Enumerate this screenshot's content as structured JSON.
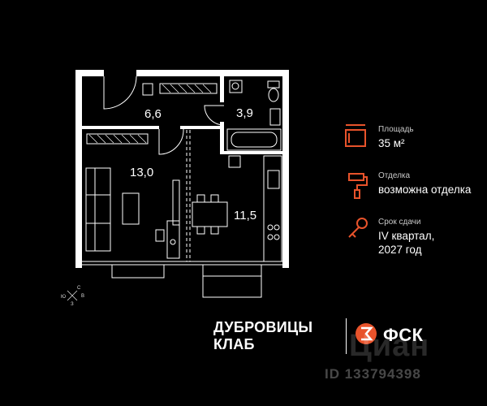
{
  "rooms": [
    {
      "id": "hall",
      "area": "6,6"
    },
    {
      "id": "bathroom",
      "area": "3,9"
    },
    {
      "id": "room",
      "area": "13,0"
    },
    {
      "id": "kitchen",
      "area": "11,5"
    }
  ],
  "info": {
    "area": {
      "label": "Площадь",
      "value": "35 м²",
      "icon": "floorplan-icon"
    },
    "finish": {
      "label": "Отделка",
      "value": "возможна отделка",
      "icon": "paint-roller-icon"
    },
    "deadline": {
      "label": "Срок сдачи",
      "value": "IV квартал,\n2027 год",
      "icon": "key-icon"
    }
  },
  "brand": {
    "line1": "ДУБРОВИЦЫ",
    "line2": "КЛАБ",
    "developer": "ФСК"
  },
  "watermark": {
    "brand": "Циан",
    "id": "ID 133794398"
  },
  "compass": {
    "n": "С",
    "s": "Ю",
    "e": "В",
    "w": "З"
  },
  "colors": {
    "background": "#000000",
    "wall": "#ffffff",
    "accent": "#e8532b",
    "text": "#ffffff",
    "muted": "#c9c9c9"
  }
}
